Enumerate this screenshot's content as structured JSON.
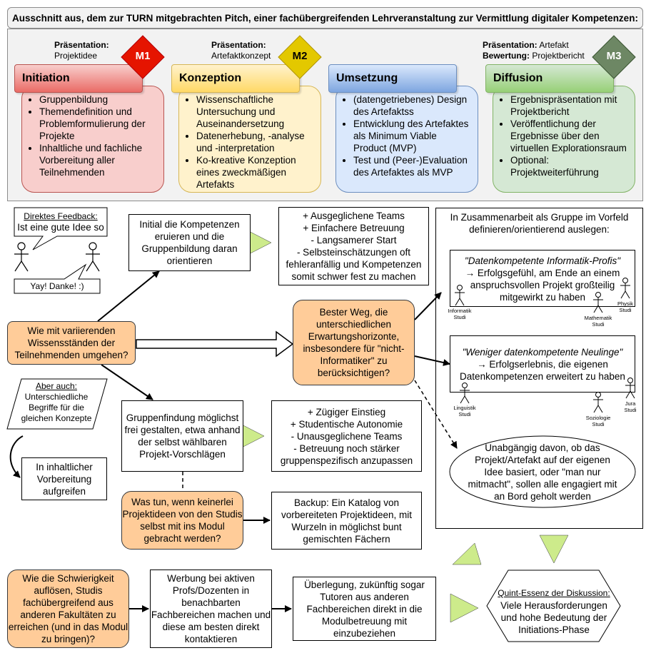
{
  "title": "Ausschnitt aus, dem zur TURN mitgebrachten Pitch, einer fachübergreifenden Lehrveranstaltung zur Vermittlung digitaler Kompetenzen:",
  "colors": {
    "accent_red": "#e51400",
    "accent_yellow": "#e3c800",
    "accent_green": "#6d8764",
    "initiation": "#f8cecc",
    "konzeption": "#fff2cc",
    "umsetzung": "#dae8fc",
    "diffusion": "#d5e8d4"
  },
  "phases": [
    {
      "head": "Initiation",
      "pres_label": "Präsentation:",
      "pres_value": "Projektidee",
      "milestone": "M1",
      "items": [
        "Gruppenbildung",
        "Themendefinition und Problemformulierung der Projekte",
        "Inhaltliche und fachliche Vorbereitung aller Teilnehmenden"
      ]
    },
    {
      "head": "Konzeption",
      "pres_label": "Präsentation:",
      "pres_value": "Artefaktkonzept",
      "milestone": "M2",
      "items": [
        "Wissenschaftliche Untersuchung und Auseinandersetzung",
        "Datenerhebung, -analyse und -interpretation",
        "Ko-kreative Konzeption eines zweckmäßigen Artefakts"
      ]
    },
    {
      "head": "Umsetzung",
      "items": [
        "(datengetriebenes) Design des Artefaktss",
        "Entwicklung des Artefaktes als Minimum Viable Product (MVP)",
        "Test und (Peer-)Evaluation des Artefaktes als MVP"
      ]
    },
    {
      "head": "Diffusion",
      "pres_label": "Präsentation:",
      "pres_value": "Artefakt",
      "eval_label": "Bewertung:",
      "eval_value": "Projektbericht",
      "milestone": "M3",
      "items": [
        "Ergebnispräsentation mit Projektbericht",
        "Veröffentlichung der Ergebnisse über den virtuellen Explorationsraum",
        "Optional: Projektweiterführung"
      ]
    }
  ],
  "feedback": {
    "head": "Direktes Feedback:",
    "question": "Ist eine gute Idee so",
    "answer": "Yay! Danke! :)"
  },
  "aber": {
    "head": "Aber auch:",
    "text": "Unterschiedliche Begriffe für die gleichen Konzepte"
  },
  "inhalt": "In inhaltlicher Vorbereitung aufgreifen",
  "question_main": "Wie mit variierenden Wissensständen der Teilnehmenden umgehen?",
  "opt1": "Initial die Kompetenzen eruieren und die Gruppenbildung daran orientieren",
  "opt1_eval": [
    "+ Ausgeglichene Teams",
    "+ Einfachere Betreuung",
    "- Langsamerer Start",
    "- Selbsteinschätzungen oft fehleranfällig und Kompetenzen somit schwer fest zu machen"
  ],
  "opt2": "Gruppenfindung möglichst frei gestalten, etwa anhand der selbst wählbaren Projekt-Vorschlägen",
  "opt2_eval": [
    "+ Zügiger Einstieg",
    "+ Studentische Autonomie",
    "- Unausgeglichene Teams",
    "- Betreuung noch stärker gruppenspezifisch anzupassen"
  ],
  "best": "Bester Weg, die unterschiedlichen Erwartungshorizonte, insbesondere für \"nicht-Informatiker\" zu berücksichtigen?",
  "group": {
    "head": "In Zusammenarbeit als Gruppe im Vorfeld definieren/orientierend auslegen:",
    "a_title": "\"Datenkompetente Informatik-Profis\"",
    "a_text": "→ Erfolgsgefühl, am Ende an einem anspruchsvollen Projekt großteilig mitgewirkt zu haben",
    "a_people": [
      "Informatik Studi",
      "Mathematik Studi",
      "Physik Studi"
    ],
    "b_title": "\"Weniger datenkompetente Neulinge\"",
    "b_text": "→ Erfolgserlebnis, die eigenen Datenkompetenzen erweitert zu haben",
    "b_people": [
      "Linguistik Studi",
      "Soziologie Studi",
      "Jura Studi"
    ],
    "ellipse": "Unabgängig davon, ob das Projekt/Artefakt auf der eigenen Idee basiert, oder \"man nur mitmacht\", sollen alle engagiert mit an Bord geholt werden"
  },
  "keine_ideen": "Was tun, wenn keinerlei Projektideen von den Studis selbst mit ins Modul gebracht werden?",
  "backup": "Backup: Ein Katalog von vorbereiteten Projektideen, mit Wurzeln in möglichst bunt gemischten Fächern",
  "schwierigkeit": "Wie die Schwierigkeit auflösen, Studis fachübergreifend aus anderen Fakultäten zu erreichen (und in das Modul zu bringen)?",
  "werbung": "Werbung bei aktiven Profs/Dozenten in benachbarten Fachbereichen machen und diese am besten direkt kontaktieren",
  "tutoren": "Überlegung, zukünftig sogar Tutoren aus anderen Fachbereichen direkt in die Modulbetreuung mit einzubeziehen",
  "quint": {
    "head": "Quint-Essenz der Diskussion:",
    "text": "Viele Herausforderungen und hohe Bedeutung der Initiations-Phase"
  }
}
